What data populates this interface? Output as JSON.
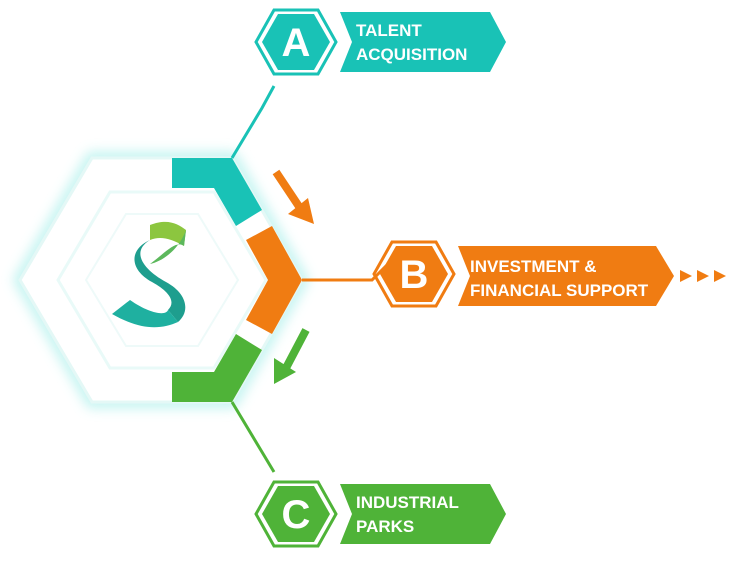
{
  "center": {
    "logo_icon": "s-ribbon-logo-icon"
  },
  "colors": {
    "teal": "#19c2b6",
    "orange": "#f07c12",
    "green": "#4fb338",
    "glow": "#b8f2ee"
  },
  "nodes": [
    {
      "letter": "A",
      "line1": "TALENT",
      "line2": "ACQUISITION"
    },
    {
      "letter": "B",
      "line1": "INVESTMENT &",
      "line2": "FINANCIAL SUPPORT"
    },
    {
      "letter": "C",
      "line1": "INDUSTRIAL",
      "line2": "PARKS"
    }
  ]
}
